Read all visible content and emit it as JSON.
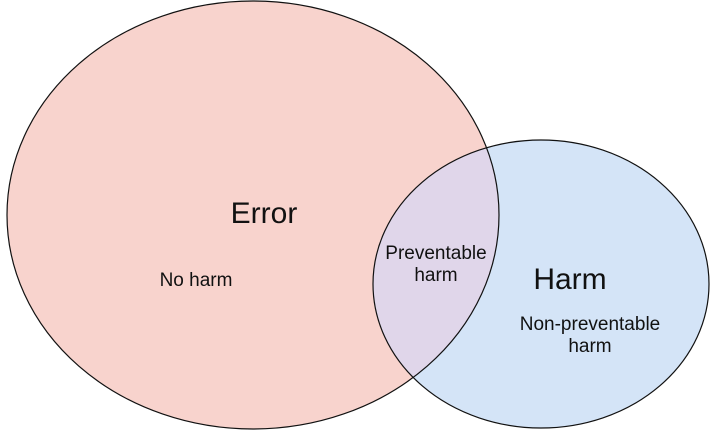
{
  "diagram": {
    "error_set": {
      "title": "Error",
      "region_label": "No harm",
      "fill": "#f8d3cd",
      "stroke": "#111111"
    },
    "harm_set": {
      "title": "Harm",
      "region_label": "Non-preventable harm",
      "fill": "#d4e4f7",
      "stroke": "#111111"
    },
    "overlap": {
      "label": "Preventable harm",
      "fill": "#e0d6ea"
    }
  }
}
